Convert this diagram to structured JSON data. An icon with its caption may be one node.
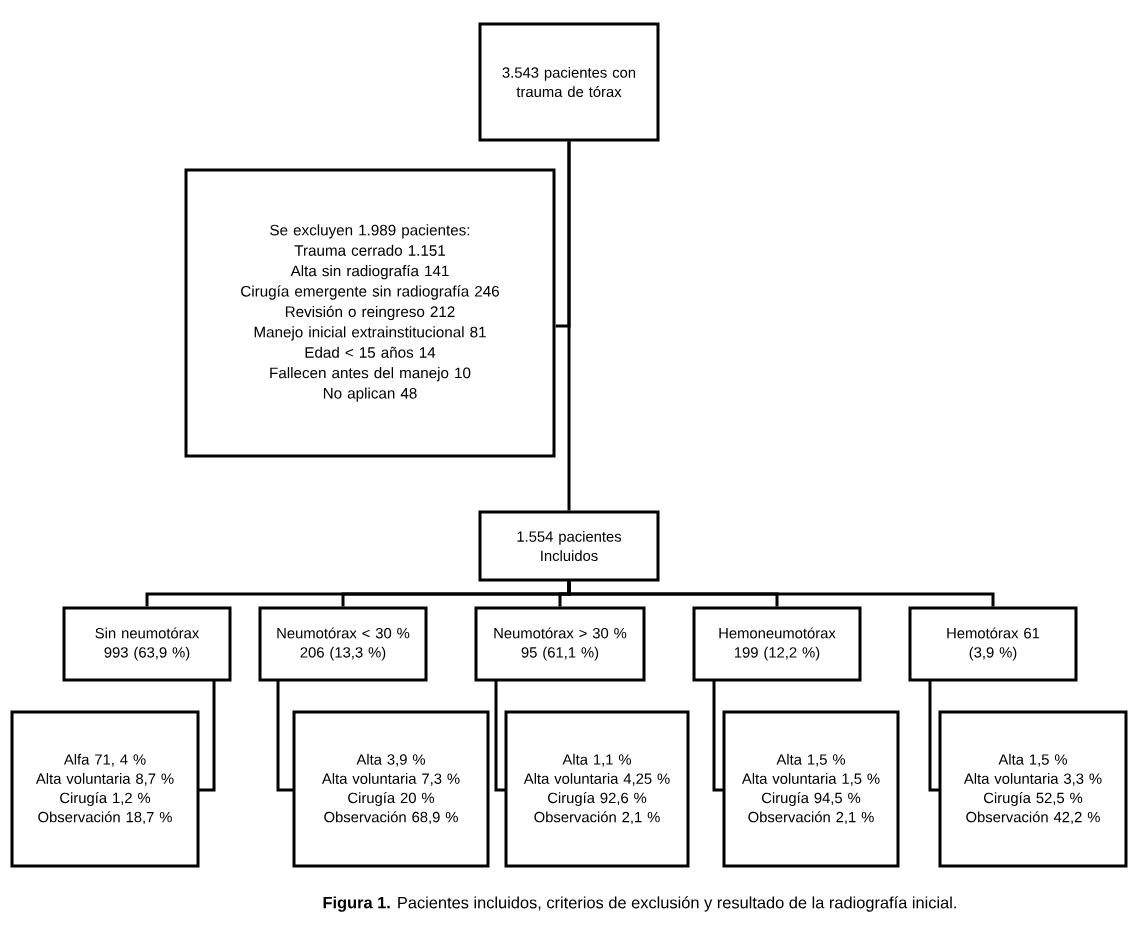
{
  "diagram": {
    "caption": "**Figura 1.** Pacientes incluidos, criterios de exclusión y resultado de la radiografía inicial.",
    "nodes": [
      {
        "text": [
          "3.543 pacientes con trauma de tórax"
        ]
      },
      {
        "text": [
          "Se excluyen 1.989 pacientes:",
          "Trauma cerrado 1.151",
          "Alta sin radiografía 141",
          "Cirugía emergente sin radiografía 246",
          "Revisión o reingreso 212",
          "Manejo inicial extrainstitucional 81",
          "Edad < 15 años 14",
          "Fallecen antes del manejo 10",
          "No aplican 48"
        ]
      },
      {
        "text": [
          "1.554 pacientes Incluidos"
        ]
      },
      {
        "text": [
          "Sin neumotórax",
          "993 (63,9 %)"
        ]
      },
      {
        "text": [
          "Neumotórax < 30 %",
          "206 (13,3 %)"
        ]
      },
      {
        "text": [
          "Neumotórax > 30 %",
          "95 (61,1 %)"
        ]
      },
      {
        "text": [
          "Hemoneumotórax",
          "199 (12,2 %)"
        ]
      },
      {
        "text": [
          "Hemotórax 61",
          "(3,9 %)"
        ]
      },
      {
        "text": [
          "Alfa 71, 4 %",
          "Alta voluntaria 8,7 %",
          "Cirugía 1,2 %",
          "Observación 18,7 %"
        ]
      },
      {
        "text": [
          "Alta 3,9 %",
          "Alta voluntaria 7,3 %",
          "Cirugía 20 %",
          "Observación 68,9 %"
        ]
      },
      {
        "text": [
          "Alta 1,1 %",
          "Alta voluntaria 4,25 %",
          "Cirugía 92,6 %",
          "Observación 2,1 %"
        ]
      },
      {
        "text": [
          "Alta 1,5 %",
          "Alta voluntaria 1,5 %",
          "Cirugía 94,5 %",
          "Observación 2,1 %"
        ]
      },
      {
        "text": [
          "Alta 1,5 %",
          "Alta voluntaria 3,3 %",
          "Cirugía 52,5 %",
          "Observación 42,2 %"
        ]
      }
    ],
    "edges": [
      {
        "from": 0,
        "to": 2,
        "arrow": "none"
      },
      {
        "from": 0,
        "to": 1,
        "arrow": "none"
      },
      {
        "from": 2,
        "to": 3,
        "arrow": "none"
      },
      {
        "from": 2,
        "to": 4,
        "arrow": "none"
      },
      {
        "from": 2,
        "to": 5,
        "arrow": "none"
      },
      {
        "from": 2,
        "to": 6,
        "arrow": "none"
      },
      {
        "from": 2,
        "to": 7,
        "arrow": "none"
      },
      {
        "from": 3,
        "to": 8,
        "arrow": "none"
      },
      {
        "from": 4,
        "to": 9,
        "arrow": "none"
      },
      {
        "from": 5,
        "to": 10,
        "arrow": "none"
      },
      {
        "from": 6,
        "to": 11,
        "arrow": "none"
      },
      {
        "from": 7,
        "to": 12,
        "arrow": "none"
      }
    ]
  }
}
